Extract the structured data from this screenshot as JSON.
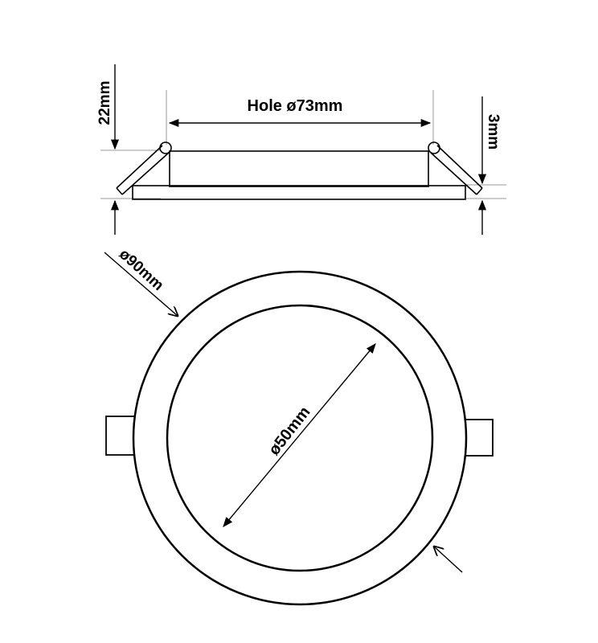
{
  "side_view": {
    "hole_label": "Hole ø73mm",
    "height_label": "22mm",
    "thickness_label": "3mm"
  },
  "top_view": {
    "outer_label": "ø90mm",
    "inner_label": "ø50mm"
  },
  "colors": {
    "line": "#000000",
    "extension_line": "#9a9a9a",
    "background": "#ffffff"
  }
}
